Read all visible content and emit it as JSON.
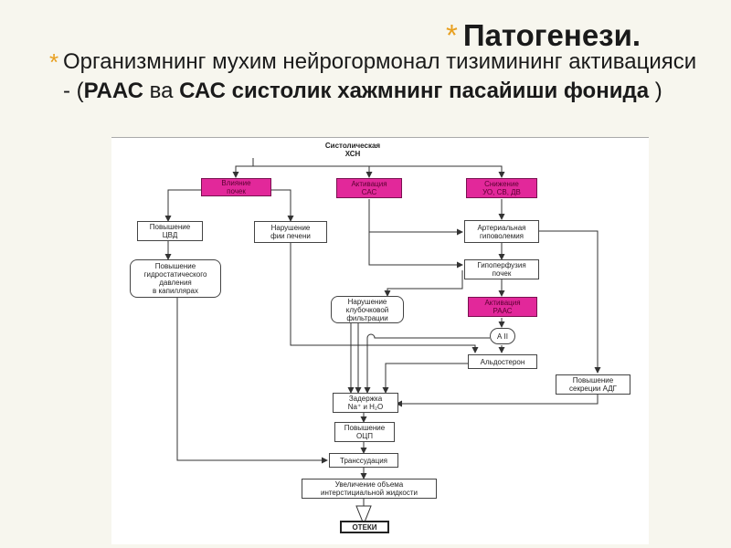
{
  "slide": {
    "title": "Патогенези.",
    "bullet": {
      "part1": "Организмнинг мухим нейрогормонал тизимининг активацияси  - (",
      "bold1": "РААС",
      "part2": " ва ",
      "bold2": "САС систолик хажмнинг пасайиши фонида",
      "part3": " )"
    }
  },
  "diagram": {
    "nodes": {
      "root": "Систолическая\nХСН",
      "kidney": "Влияние\nпочек",
      "sas": "Активация\nСАС",
      "ud": "Снижение\nУО, СВ, ДВ",
      "cvd": "Повышение\nЦВД",
      "liver": "Нарушение\nфии печени",
      "arterial": "Артериальная\nгиповолемия",
      "hydro": "Повышение\nгидростатического\nдавления\nв капиллярах",
      "hypoperf": "Гипоперфузия\nпочек",
      "glom": "Нарушение\nклубочковой\nфильтрации",
      "raas": "Активация\nРААС",
      "a2": "А II",
      "aldo": "Альдостерон",
      "adh": "Повышение\nсекреции АДГ",
      "retention": "Задержка\nNa⁺ и H₂O",
      "ocp": "Повышение\nОЦП",
      "transud": "Транссудация",
      "interst": "Увеличение объема\nинтерстициальной жидкости",
      "edema": "ОТЕКИ"
    }
  }
}
